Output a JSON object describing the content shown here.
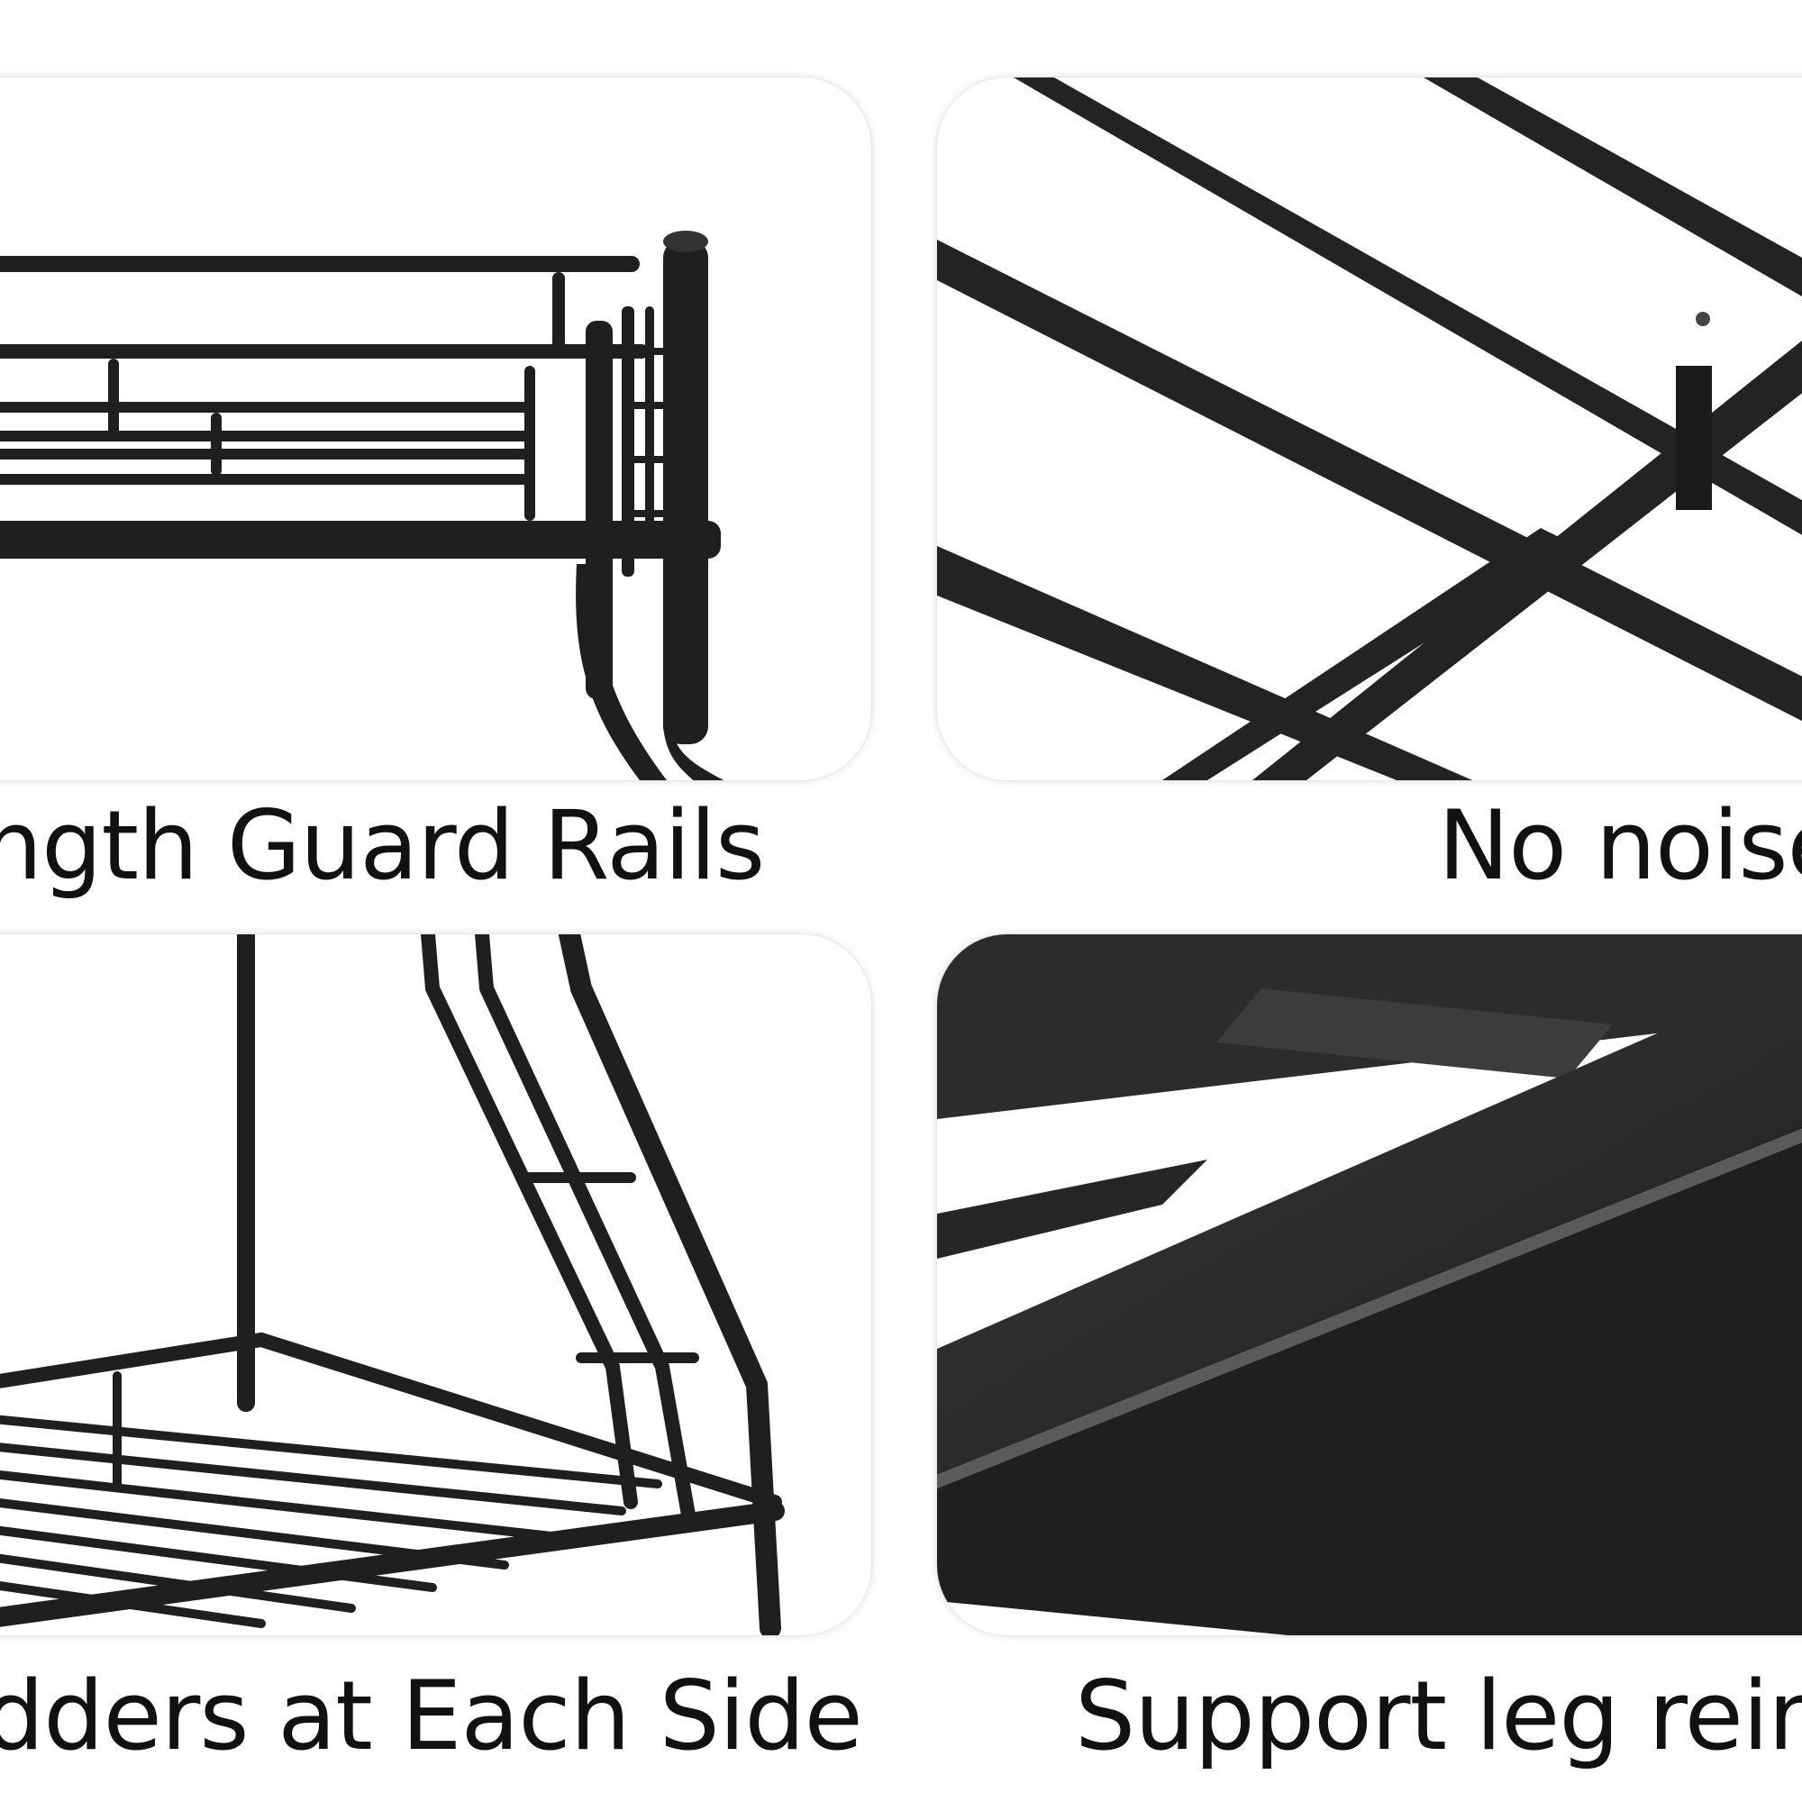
{
  "panels": [
    {
      "id": "guard-rails",
      "caption": "ngth Guard Rails",
      "image_subject": "bunk-bed-guard-rails-closeup"
    },
    {
      "id": "no-noise",
      "caption": "No noise",
      "image_subject": "bed-frame-slats-closeup"
    },
    {
      "id": "ladders",
      "caption": "dders at Each Side",
      "image_subject": "bunk-bed-ladder-closeup"
    },
    {
      "id": "support-leg",
      "caption": "Support leg reinfo",
      "image_subject": "support-leg-reinforcement-closeup"
    }
  ],
  "colors": {
    "background": "#ffffff",
    "metal": "#222222",
    "metal_highlight": "#555555",
    "text": "#111111"
  }
}
